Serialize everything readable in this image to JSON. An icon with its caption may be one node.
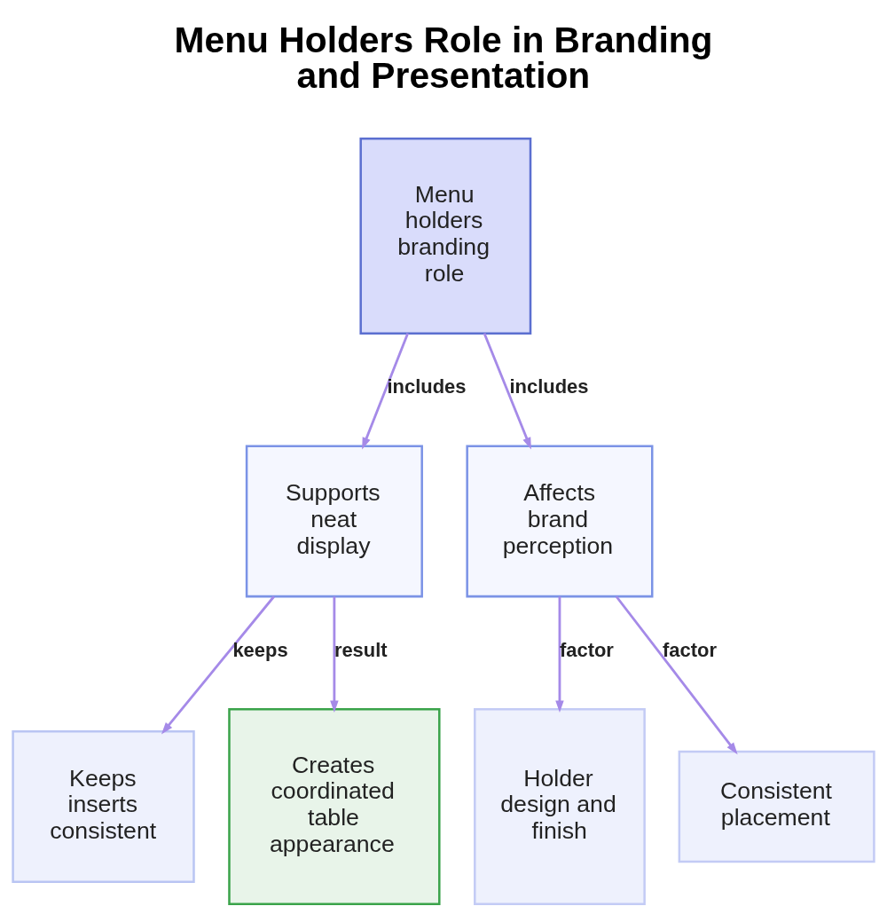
{
  "diagram": {
    "title": "Menu Holders Role in Branding and Presentation",
    "nodes": [
      {
        "text": [
          "Menu holders branding role"
        ]
      },
      {
        "text": [
          "Supports neat display"
        ]
      },
      {
        "text": [
          "Affects brand perception"
        ]
      },
      {
        "text": [
          "Keeps inserts consistent"
        ]
      },
      {
        "text": [
          "Creates coordinated table appearance"
        ]
      },
      {
        "text": [
          "Holder design and finish"
        ]
      },
      {
        "text": [
          "Consistent placement"
        ]
      }
    ],
    "edges": [
      {
        "from": 0,
        "to": 1,
        "arrow": "to",
        "label": "includes"
      },
      {
        "from": 0,
        "to": 2,
        "arrow": "to",
        "label": "includes"
      },
      {
        "from": 1,
        "to": 3,
        "arrow": "to",
        "label": "keeps"
      },
      {
        "from": 1,
        "to": 4,
        "arrow": "to",
        "label": "result"
      },
      {
        "from": 2,
        "to": 5,
        "arrow": "to",
        "label": "factor"
      },
      {
        "from": 2,
        "to": 6,
        "arrow": "to",
        "label": "factor"
      }
    ]
  }
}
